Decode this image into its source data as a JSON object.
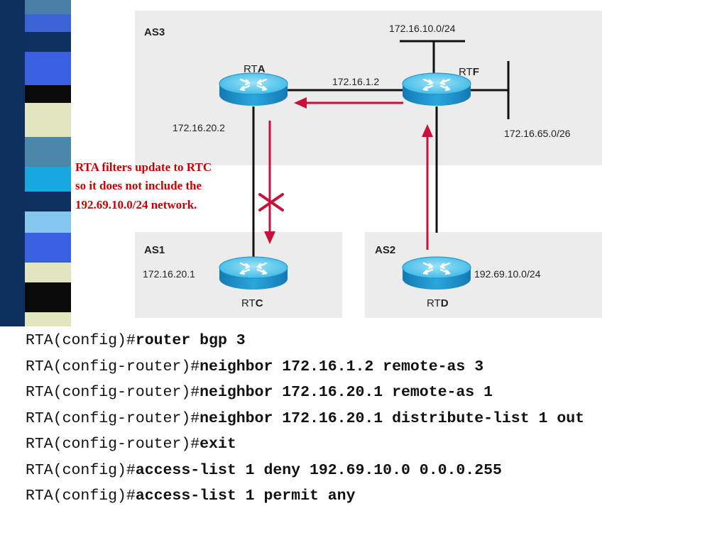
{
  "diagram": {
    "areas": {
      "as3": "AS3",
      "as1": "AS1",
      "as2": "AS2"
    },
    "routers": {
      "rta": {
        "name_prefix": "RT",
        "name_suffix": "A"
      },
      "rtf": {
        "name_prefix": "RT",
        "name_suffix": "F"
      },
      "rtc": {
        "name_prefix": "RT",
        "name_suffix": "C"
      },
      "rtd": {
        "name_prefix": "RT",
        "name_suffix": "D"
      }
    },
    "labels": {
      "net_172_16_10": "172.16.10.0/24",
      "ip_172_16_1_2": "172.16.1.2",
      "ip_172_16_20_2": "172.16.20.2",
      "net_172_16_65": "172.16.65.0/26",
      "ip_172_16_20_1": "172.16.20.1",
      "net_192_69_10": "192.69.10.0/24"
    },
    "annotation": [
      "RTA filters update to RTC",
      "so it does not include the",
      "192.69.10.0/24 network."
    ],
    "colors": {
      "panel": "#ececec",
      "link": "#111111",
      "arrow": "#c8103a",
      "router_light": "#6fd0ef",
      "router_dark": "#1b8fc7",
      "annotation_text": "#cc0000"
    }
  },
  "config": {
    "lines": [
      {
        "prompt": "RTA(config)#",
        "command": "router bgp 3"
      },
      {
        "prompt": "RTA(config-router)#",
        "command": "neighbor 172.16.1.2 remote-as 3"
      },
      {
        "prompt": "RTA(config-router)#",
        "command": "neighbor 172.16.20.1 remote-as 1"
      },
      {
        "prompt": "RTA(config-router)#",
        "command": "neighbor 172.16.20.1 distribute-list 1 out"
      },
      {
        "prompt": "RTA(config-router)#",
        "command": "exit"
      },
      {
        "prompt": "RTA(config)#",
        "command": "access-list 1 deny 192.69.10.0 0.0.0.255"
      },
      {
        "prompt": "RTA(config)#",
        "command": "access-list 1 permit any"
      }
    ]
  }
}
